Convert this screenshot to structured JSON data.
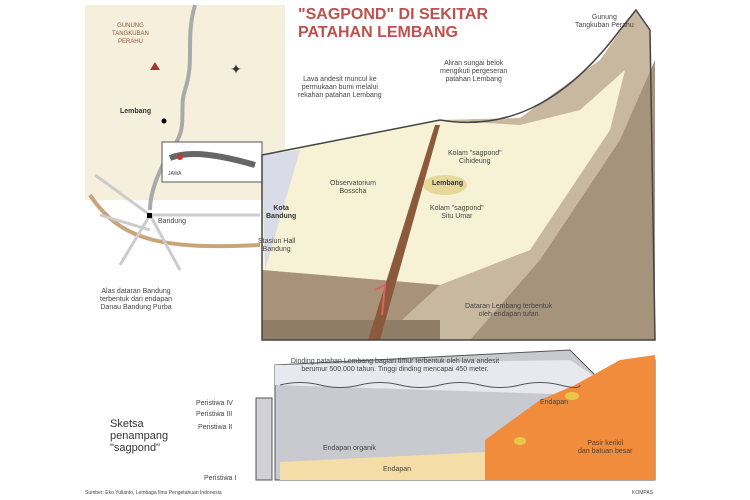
{
  "title": "\"SAGPOND\" DI SEKITAR\nPATAHAN LEMBANG",
  "map": {
    "mountain": "GUNUNG\nTANGKUBAN\nPERAHU",
    "lembang": "Lembang",
    "bandung": "Bandung",
    "inset": "JAWA"
  },
  "labels": {
    "gunung": "Gunung\nTangkuban Perahu",
    "lava": "Lava andesit muncul ke\npermukaan bumi melalui\nrekahan patahan Lembang",
    "aliran": "Aliran sungai belok\nmengikuti pergeseran\npatahan Lembang",
    "kolam_cihideung": "Kolam \"sagpond\"\nCihideung",
    "observatorium": "Observatorium\nBosscha",
    "lembang": "Lembang",
    "kolam_situ": "Kolam \"sagpond\"\nSitu Umar",
    "kota_bandung": "Kota\nBandung",
    "stasiun": "Stasiun Hall\nBandung",
    "alas": "Alas dataran Bandung\nterbentuk dari endapan\nDanau Bandung Purba",
    "dataran": "Dataran Lembang terbentuk\noleh endapan tufan",
    "dinding": "Dinding patahan Lembang bagian timur terbentuk oleh lava andesit\nberumur 500.000 tahun. Tinggi dinding mencapai 450 meter."
  },
  "section": {
    "heading": "Sketsa\npenampang\n\"sagpond\"",
    "events": [
      "Peristiwa IV",
      "Peristiwa III",
      "Peristiwa II",
      "Peristiwa I"
    ],
    "endapan_top": "Endapan",
    "endapan_organik": "Endapan organik",
    "endapan_bottom": "Endapan",
    "batuan": "Pasir kerikil\ndan batuan besar"
  },
  "source": "Sumber: Eko Yulianto, Lembaga Ilmu Pengetahuan Indonesia",
  "credit": "KOMPAS"
}
